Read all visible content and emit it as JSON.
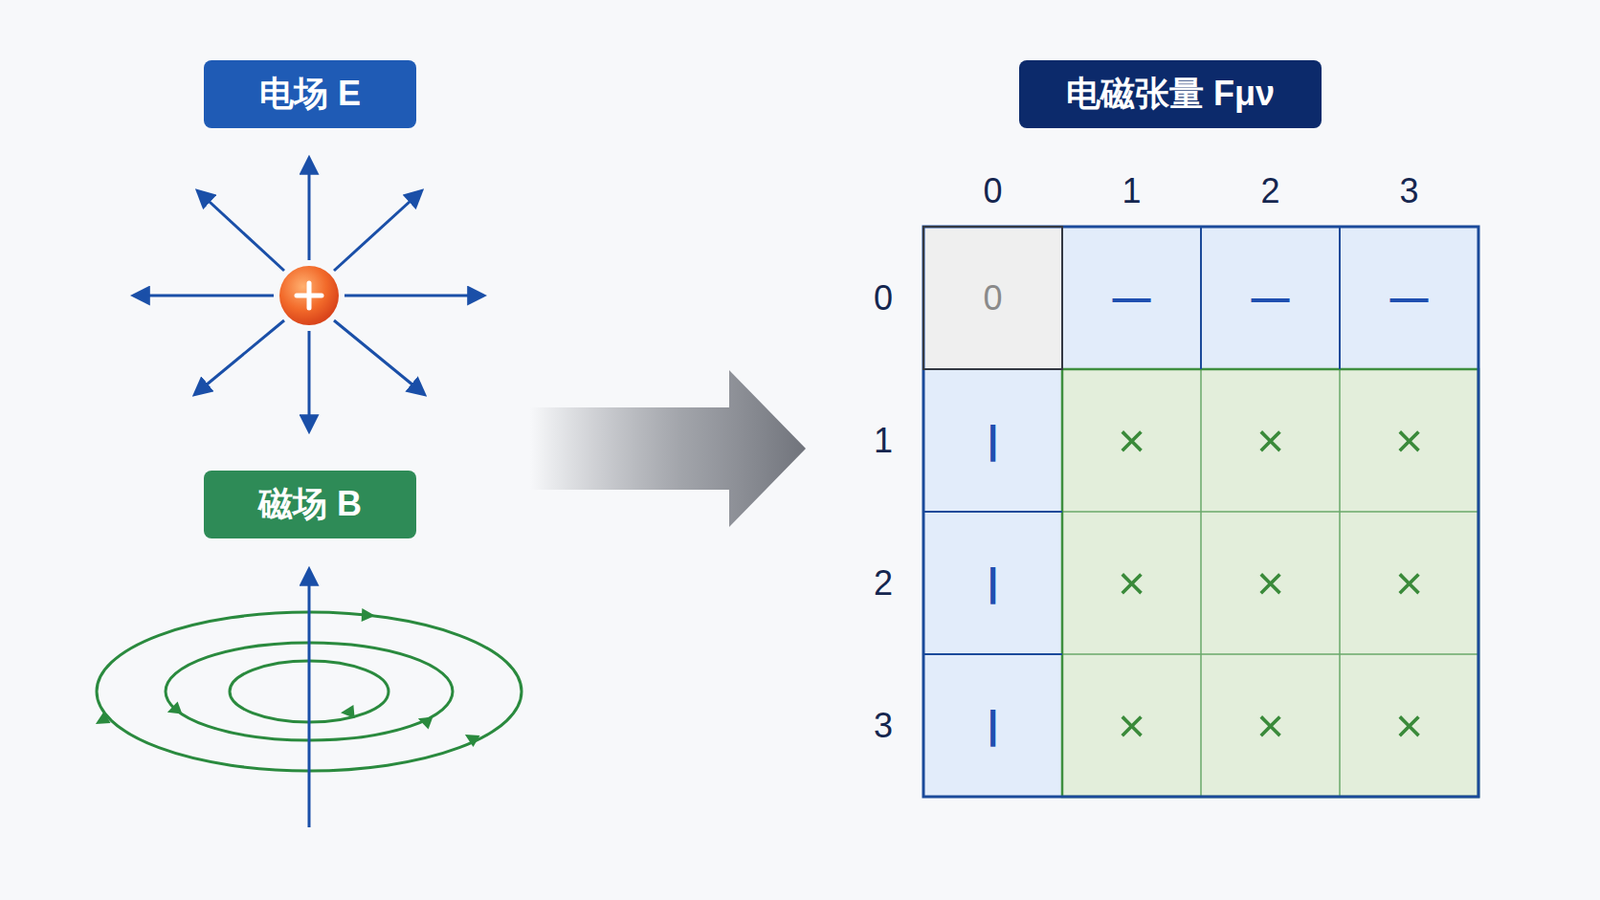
{
  "diagram": {
    "nodes": [
      {
        "text": [
          "电场 E"
        ]
      },
      {
        "text": [
          "磁场 B"
        ]
      },
      {
        "text": [
          "电磁张量 Fμν"
        ]
      }
    ],
    "labels": [
      "0",
      "1",
      "2",
      "3",
      "0",
      "0",
      "—",
      "—",
      "—",
      "1",
      "|",
      "×",
      "×",
      "×",
      "2",
      "|",
      "×",
      "×",
      "×",
      "3",
      "|",
      "×",
      "×",
      "×"
    ]
  }
}
